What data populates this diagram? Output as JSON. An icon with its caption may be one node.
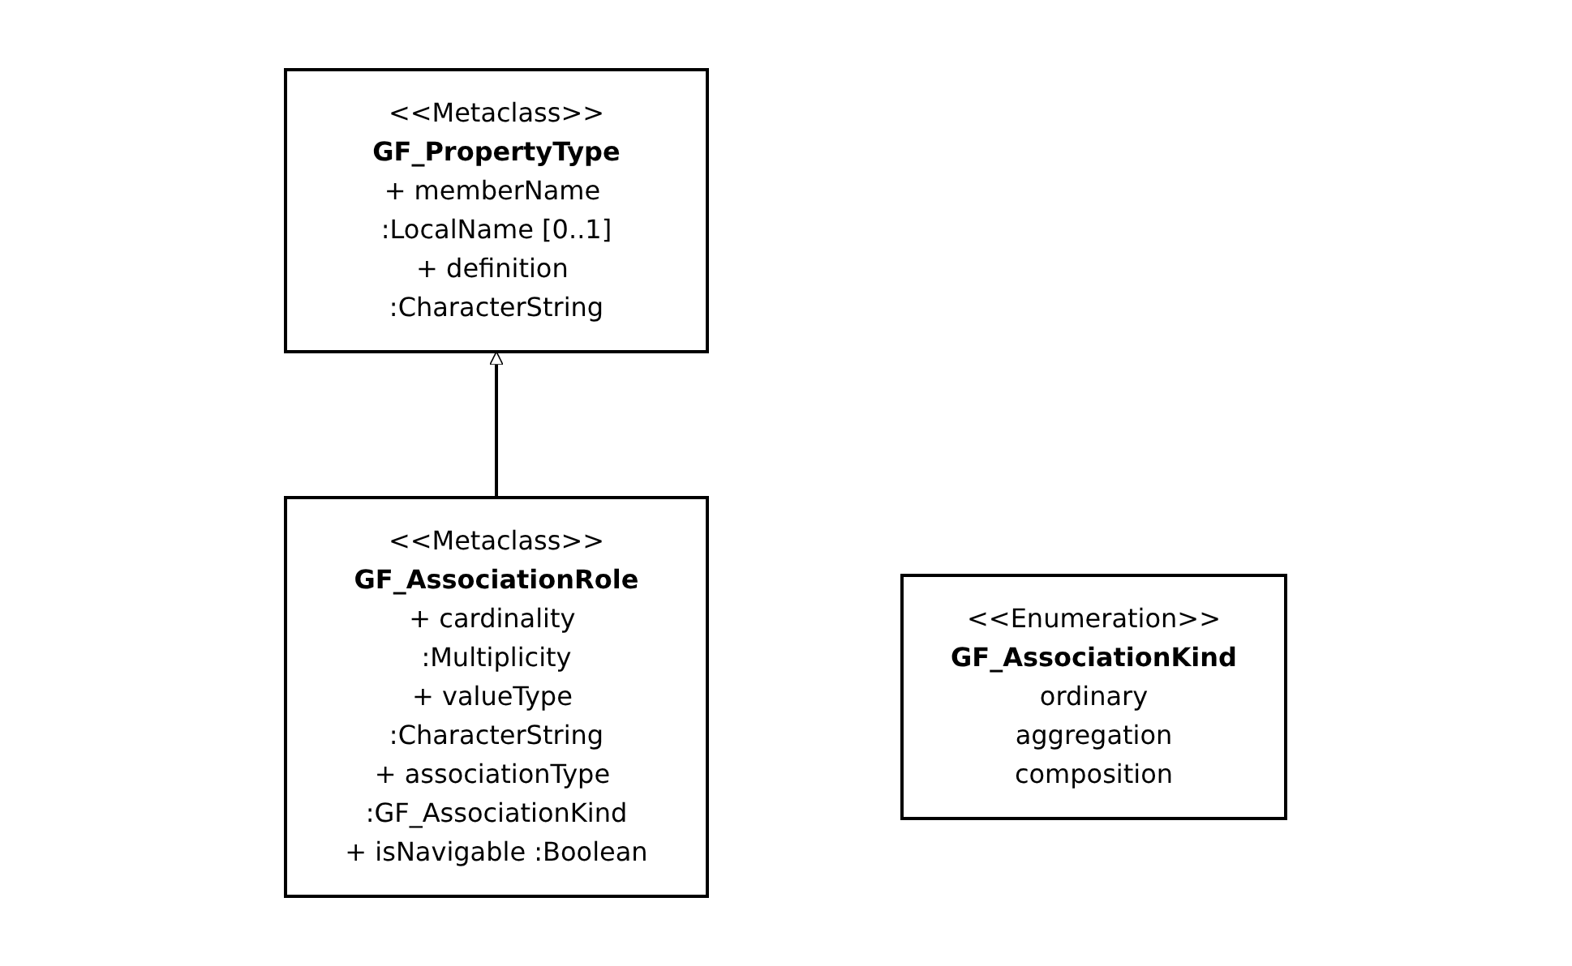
{
  "diagram": {
    "nodes": [
      {
        "text": [
          "<<Metaclass>>",
          "GF_PropertyType",
          "+ memberName :LocalName [0..1]",
          "+ definition :CharacterString"
        ]
      },
      {
        "text": [
          "<<Metaclass>>",
          "GF_AssociationRole",
          "+ cardinality :Multiplicity",
          "+ valueType :CharacterString",
          "+ associationType :GF_AssociationKind",
          "+ isNavigable :Boolean"
        ]
      },
      {
        "text": [
          "<<Enumeration>>",
          "GF_AssociationKind",
          "ordinary",
          "aggregation",
          "composition"
        ]
      }
    ],
    "edges": [
      {
        "from": 1,
        "to": 0,
        "arrow": "to"
      }
    ]
  }
}
